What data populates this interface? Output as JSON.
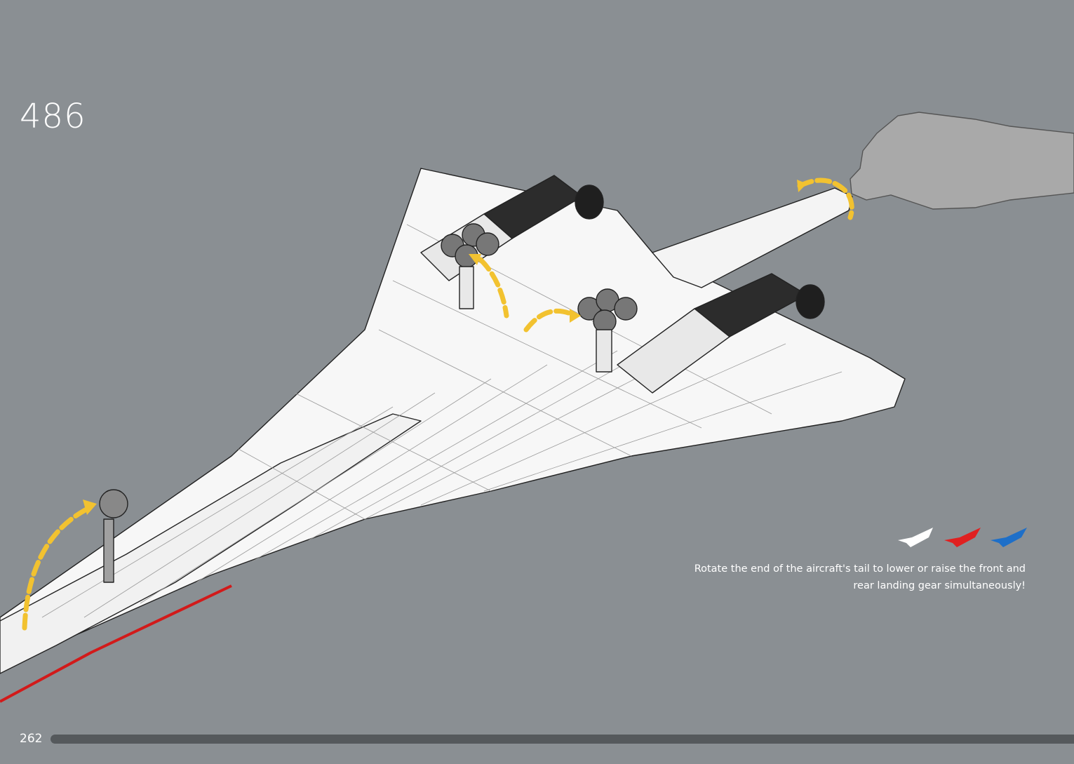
{
  "step": {
    "number": "486"
  },
  "instruction": {
    "line1": "Rotate the end of the aircraft's tail to lower or raise the front and",
    "line2": "rear landing gear simultaneously!"
  },
  "page": {
    "number": "262"
  },
  "colors": {
    "background": "#8a8f93",
    "arrow": "#f2c230",
    "plane_white": "#ffffff",
    "plane_red": "#e02020",
    "plane_blue": "#1e6fc8"
  },
  "icons": [
    "plane-white-icon",
    "plane-red-icon",
    "plane-blue-icon",
    "hand-icon",
    "rotation-arrow-icon"
  ]
}
